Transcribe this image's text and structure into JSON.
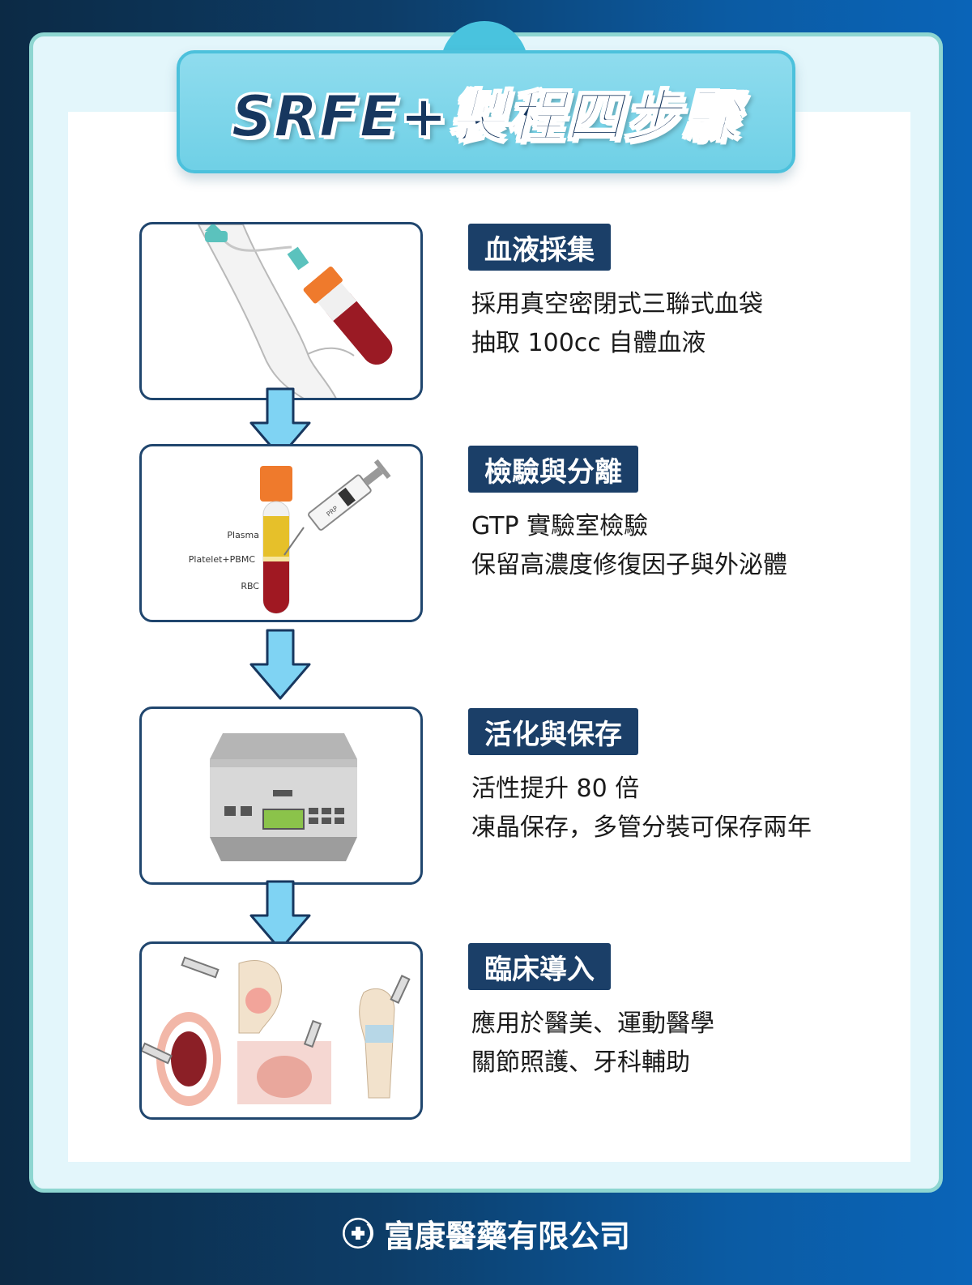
{
  "title": "SRFE+製程四步驟",
  "steps": [
    {
      "label": "血液採集",
      "lines": [
        "採用真空密閉式三聯式血袋",
        "抽取 100cc 自體血液"
      ]
    },
    {
      "label": "檢驗與分離",
      "lines": [
        "GTP 實驗室檢驗",
        "保留高濃度修復因子與外泌體"
      ]
    },
    {
      "label": "活化與保存",
      "lines": [
        "活性提升 80 倍",
        "凍晶保存，多管分裝可保存兩年"
      ]
    },
    {
      "label": "臨床導入",
      "lines": [
        "應用於醫美、運動醫學",
        "關節照護、牙科輔助"
      ]
    }
  ],
  "tube_labels": {
    "plasma": "Plasma",
    "platelet": "Platelet+PBMC",
    "rbc": "RBC",
    "syringe": "PRP"
  },
  "footer": {
    "company": "富康醫藥有限公司",
    "logo_icon": "company-logo-icon"
  },
  "colors": {
    "navy": "#1b3f68",
    "arrow": "#7fd3f3",
    "panel_border": "#8ed6d1"
  }
}
